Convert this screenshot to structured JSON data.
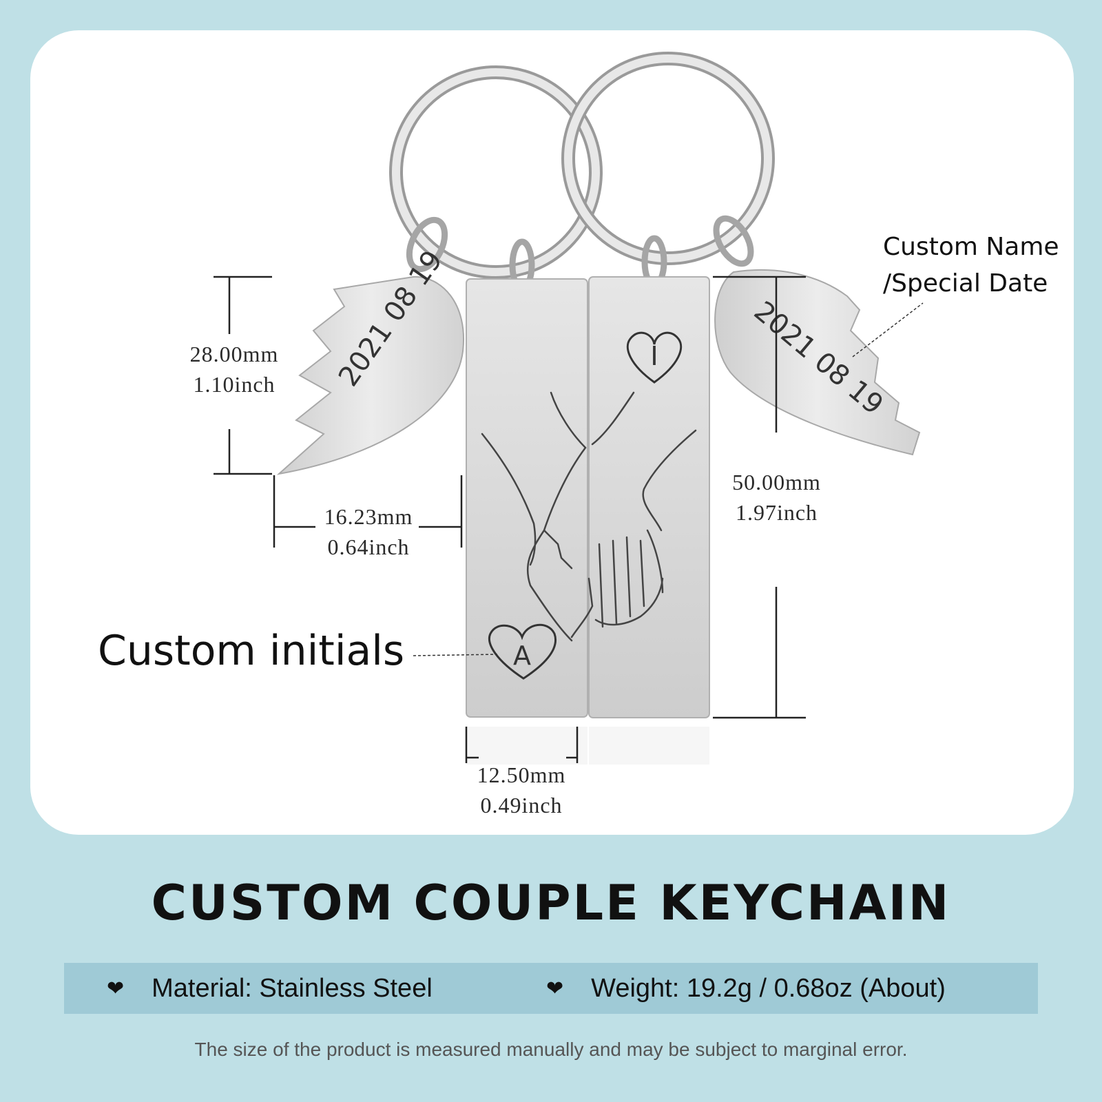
{
  "dimensions": {
    "heart_height": {
      "mm": "28.00mm",
      "inch": "1.10inch"
    },
    "heart_width": {
      "mm": "16.23mm",
      "inch": "0.64inch"
    },
    "bar_width": {
      "mm": "12.50mm",
      "inch": "0.49inch"
    },
    "bar_height": {
      "mm": "50.00mm",
      "inch": "1.97inch"
    }
  },
  "callouts": {
    "custom_name": "Custom Name",
    "special_date": "/Special Date",
    "custom_initials": "Custom initials"
  },
  "engravings": {
    "left_heart_date": "2021 08 19",
    "right_heart_date": "2021 08 19",
    "left_initial": "A",
    "right_initial": "I"
  },
  "title": "CUSTOM COUPLE KEYCHAIN",
  "specs": {
    "material": "Material: Stainless Steel",
    "weight": "Weight: 19.2g / 0.68oz (About)"
  },
  "footnote": "The size of the product is measured manually and may be subject to marginal error.",
  "colors": {
    "background": "#bfe0e6",
    "spec_bar": "#9fcad6",
    "steel": "#dcdcdc"
  }
}
